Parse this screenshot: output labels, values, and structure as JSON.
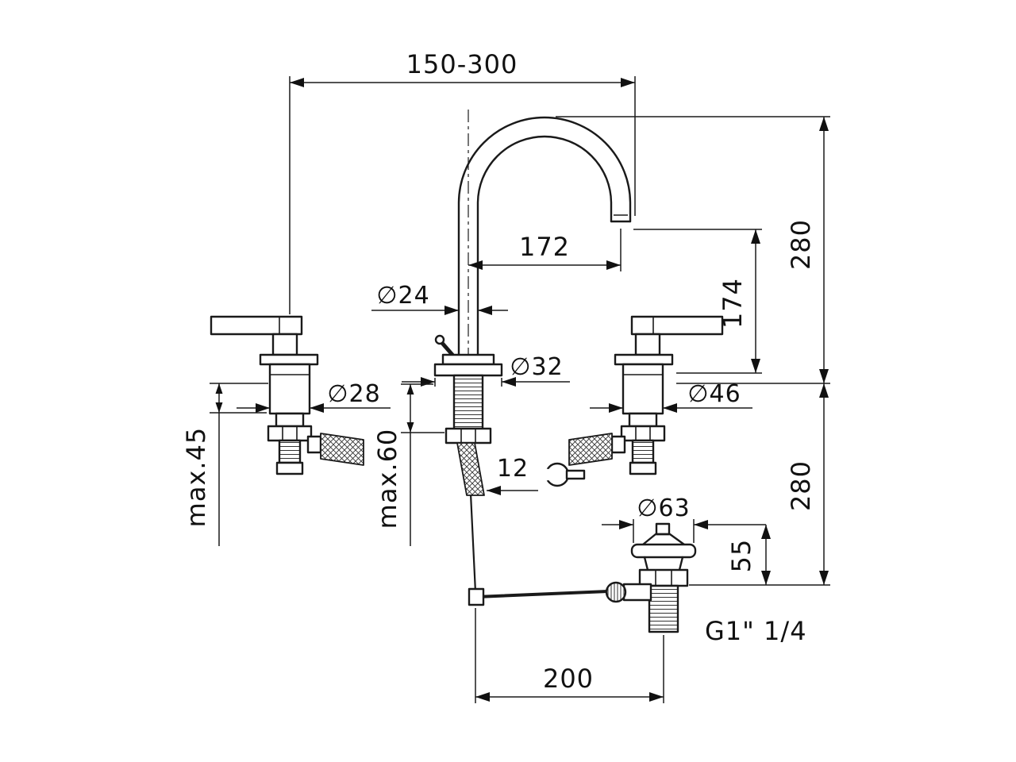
{
  "drawing": {
    "dims": {
      "spread": "150-300",
      "reach": "172",
      "spout_dia": "∅24",
      "base_dia": "∅32",
      "left_handle_dia": "∅28",
      "right_handle_dia": "∅46",
      "max_left": "max.45",
      "max_center": "max.60",
      "hose_nut": "12",
      "outlet_height": "174",
      "upper_height": "280",
      "lower_height": "280",
      "drain_dia": "∅63",
      "drain_plug_height": "55",
      "drain_thread": "G1\" 1/4",
      "drain_offset": "200"
    }
  }
}
